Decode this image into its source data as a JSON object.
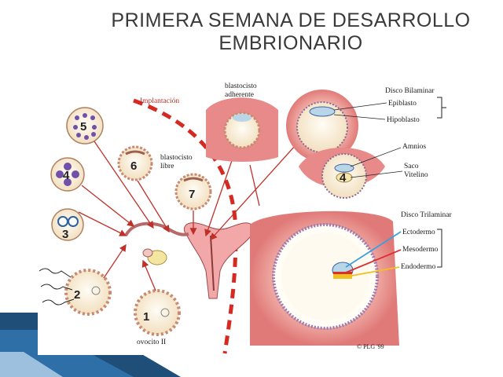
{
  "title": {
    "line1": "PRIMERA SEMANA DE DESARROLLO",
    "line2": "EMBRIONARIO"
  },
  "labels": {
    "implantacion": "Implantación",
    "blastocisto_adherente_1": "blastocisto",
    "blastocisto_adherente_2": "adherente",
    "blastocisto_libre_1": "blastocisto",
    "blastocisto_libre_2": "libre",
    "ovocito": "ovocito II",
    "disco_bilaminar": "Disco Bilaminar",
    "epiblasto": "Epiblasto",
    "hipoblasto": "Hipoblasto",
    "amnios": "Amnios",
    "saco_vitelino_1": "Saco",
    "saco_vitelino_2": "Vitelino",
    "disco_trilaminar": "Disco Trilaminar",
    "ectodermo": "Ectodermo",
    "mesodermo": "Mesodermo",
    "endodermo": "Endodermo",
    "copyright": "© PLG '99"
  },
  "stages": [
    "1",
    "2",
    "3",
    "4",
    "5",
    "6",
    "7"
  ],
  "colors": {
    "title": "#3a3a3a",
    "arrow": "#c0302a",
    "implantation_line": "#d42a22",
    "uterus_wall": "#e88a8a",
    "cell": "#f3e3c8",
    "ectodermo": "#3aa0e0",
    "mesodermo": "#d83030",
    "endodermo": "#f0c020",
    "footer_band": "#1f4e79"
  }
}
